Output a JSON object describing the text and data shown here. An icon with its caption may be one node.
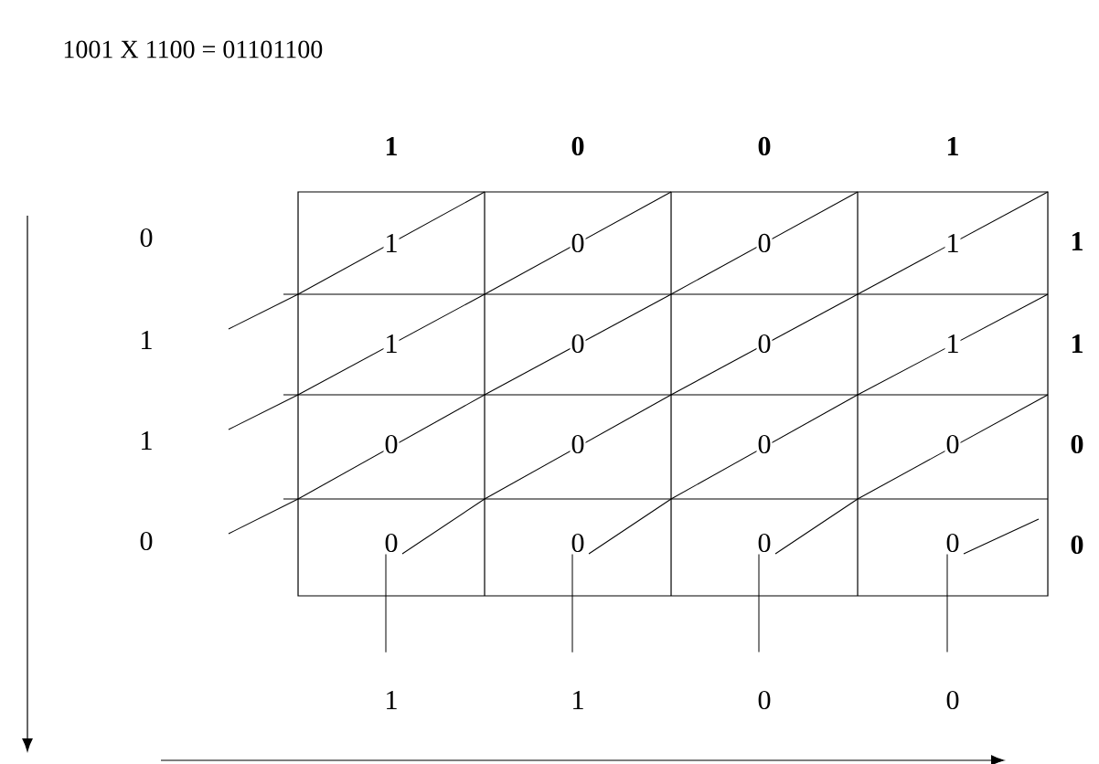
{
  "diagram": {
    "title": "1001 X 1100 = 01101100",
    "nodes": [
      {
        "text": [
          "0"
        ]
      },
      {
        "text": [
          "0"
        ]
      },
      {
        "text": [
          "0"
        ]
      },
      {
        "text": [
          "0"
        ]
      },
      {
        "text": [
          "1"
        ]
      },
      {
        "text": [
          "1"
        ]
      },
      {
        "text": [
          "0"
        ]
      },
      {
        "text": [
          "0"
        ]
      }
    ],
    "edges": [
      {
        "from": 0,
        "to": 4,
        "arrow": "none"
      },
      {
        "from": 1,
        "to": 5,
        "arrow": "none"
      },
      {
        "from": 2,
        "to": 6,
        "arrow": "none"
      },
      {
        "from": 3,
        "to": 7,
        "arrow": "none"
      }
    ],
    "labels": [
      "1",
      "0",
      "0",
      "1",
      "0",
      "1",
      "0",
      "0",
      "1",
      "1",
      "1",
      "1",
      "0",
      "0",
      "1",
      "1",
      "1",
      "0",
      "0",
      "0",
      "0",
      "0",
      "0",
      "0"
    ]
  }
}
